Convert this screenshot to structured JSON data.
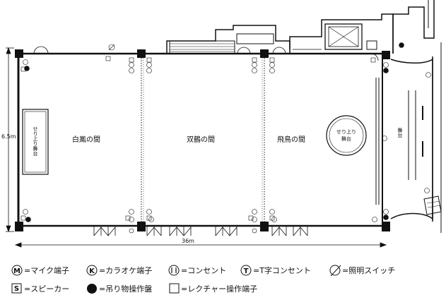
{
  "rooms": [
    {
      "id": "hakuho",
      "label": "白鳳の間"
    },
    {
      "id": "sokaku",
      "label": "双鶴の間"
    },
    {
      "id": "hicho",
      "label": "飛鳥の間"
    }
  ],
  "stage_left": {
    "label": "せり上り舞台"
  },
  "stage_round": {
    "line1": "せり上り",
    "line2": "舞台"
  },
  "main_stage": {
    "label": "舞台"
  },
  "dimensions": {
    "height": "6.5m",
    "width": "36m"
  },
  "legend": [
    {
      "symbol": "M",
      "shape": "circle",
      "text": "=マイク端子"
    },
    {
      "symbol": "K",
      "shape": "circle",
      "text": "=カラオケ端子"
    },
    {
      "symbol": "",
      "shape": "outlet",
      "text": "=コンセント"
    },
    {
      "symbol": "T",
      "shape": "circle",
      "text": "=T字コンセント"
    },
    {
      "symbol": "",
      "shape": "lightswitch",
      "text": "=照明スイッチ"
    },
    {
      "symbol": "S",
      "shape": "square",
      "text": "=スピーカー"
    },
    {
      "symbol": "",
      "shape": "filled",
      "text": "=吊り物操作盤"
    },
    {
      "symbol": "",
      "shape": "empty-square",
      "text": "=レクチャー操作端子"
    }
  ],
  "colors": {
    "ink": "#111111",
    "background": "#ffffff"
  }
}
